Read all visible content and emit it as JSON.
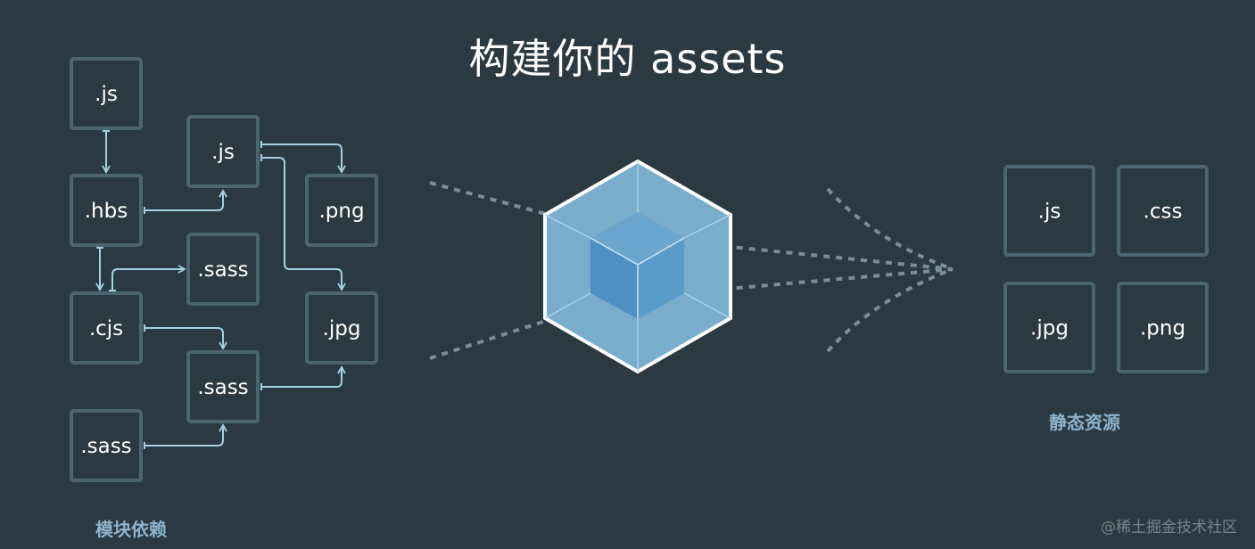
{
  "title": "构建你的 assets",
  "left_caption": "模块依赖",
  "right_caption": "静态资源",
  "watermark": "@稀土掘金技术社区",
  "colors": {
    "background": "#2b3a42",
    "box_border": "#4d6570",
    "arrow": "#a7cfe1",
    "cube_outer": "#8ed6fb",
    "cube_inner": "#1c78c0"
  },
  "left_nodes": [
    {
      "id": "js1",
      "label": ".js"
    },
    {
      "id": "js2",
      "label": ".js"
    },
    {
      "id": "hbs",
      "label": ".hbs"
    },
    {
      "id": "png",
      "label": ".png"
    },
    {
      "id": "sass1",
      "label": ".sass"
    },
    {
      "id": "cjs",
      "label": ".cjs"
    },
    {
      "id": "jpg",
      "label": ".jpg"
    },
    {
      "id": "sass2",
      "label": ".sass"
    },
    {
      "id": "sass3",
      "label": ".sass"
    }
  ],
  "right_nodes": [
    {
      "id": "out_js",
      "label": ".js"
    },
    {
      "id": "out_css",
      "label": ".css"
    },
    {
      "id": "out_jpg",
      "label": ".jpg"
    },
    {
      "id": "out_png",
      "label": ".png"
    }
  ],
  "edges": [
    {
      "from": "js1",
      "to": "hbs"
    },
    {
      "from": "hbs",
      "to": "js2"
    },
    {
      "from": "js2",
      "to": "png"
    },
    {
      "from": "js2",
      "to": "jpg"
    },
    {
      "from": "hbs",
      "to": "cjs"
    },
    {
      "from": "cjs",
      "to": "sass1"
    },
    {
      "from": "cjs",
      "to": "sass2"
    },
    {
      "from": "sass2",
      "to": "jpg"
    },
    {
      "from": "sass3",
      "to": "sass2"
    }
  ]
}
